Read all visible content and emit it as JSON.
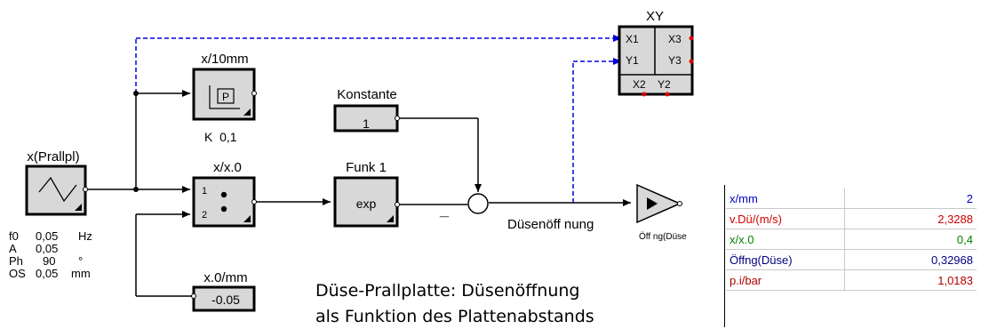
{
  "blocks": {
    "xy": {
      "title": "XY",
      "ports": [
        "X1",
        "X3",
        "Y1",
        "Y3",
        "X2",
        "Y2"
      ]
    },
    "x10mm": {
      "title": "x/10mm",
      "inner": "P",
      "param": "K  0,1"
    },
    "konstante": {
      "title": "Konstante",
      "value": "1"
    },
    "prallpl": {
      "title": "x(Prallpl)"
    },
    "xx0": {
      "title": "x/x.0",
      "in1": "1",
      "in2": "2"
    },
    "funk1": {
      "title": "Funk 1",
      "value": "exp"
    },
    "x0mm": {
      "title": "x.0/mm",
      "value": "-0.05"
    },
    "oeffng": {
      "label": "Öff ng(Düse"
    },
    "minus_sign": "_"
  },
  "signal_label": "Düsenöff nung",
  "generator_params": [
    {
      "name": "f0",
      "value": "0,05",
      "unit": "Hz"
    },
    {
      "name": "A",
      "value": "0,05",
      "unit": ""
    },
    {
      "name": "Ph",
      "value": "90",
      "unit": "°"
    },
    {
      "name": "OS",
      "value": "0,05",
      "unit": "mm"
    }
  ],
  "caption": [
    "Düse-Prallplatte: Düsenöffnung",
    "als Funktion des Plattenabstands"
  ],
  "value_table": [
    {
      "name": "x/mm",
      "value": "2",
      "color": "#0000c8"
    },
    {
      "name": "v.Dü/(m/s)",
      "value": "2,3288",
      "color": "#d00000"
    },
    {
      "name": "x/x.0",
      "value": "0,4",
      "color": "#008000"
    },
    {
      "name": "Öffng(Düse)",
      "value": "0,32968",
      "color": "#000080"
    },
    {
      "name": "p.i/bar",
      "value": "1,0183",
      "color": "#b00000"
    }
  ],
  "colors": {
    "block_fill": "#d8d8d8",
    "signal_link": "#0000e0",
    "port_dot": "#e00000"
  }
}
